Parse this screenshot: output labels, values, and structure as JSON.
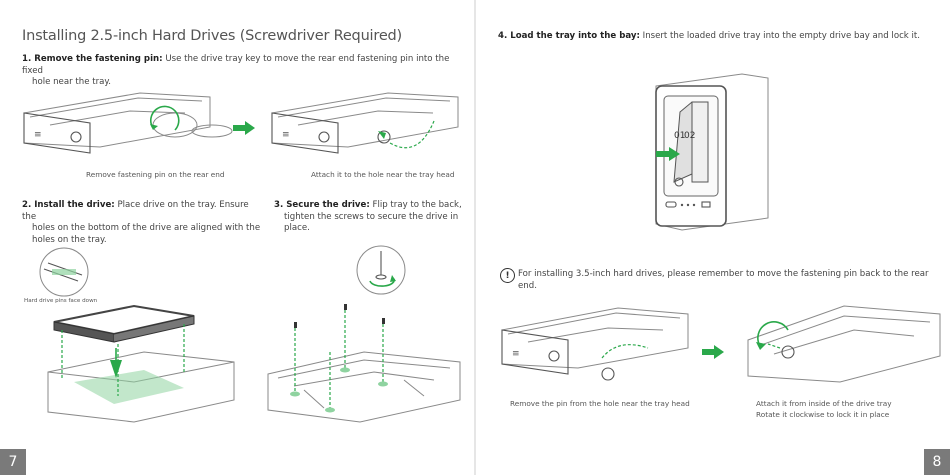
{
  "left_page": {
    "title": "Installing 2.5-inch Hard Drives (Screwdriver Required)",
    "step1": {
      "label": "1. Remove the fastening pin:",
      "text1": "Use the drive tray key to move the rear end fastening pin into the fixed",
      "text2": "hole near the tray."
    },
    "step1_caption_a": "Remove fastening pin on the rear end",
    "step1_caption_b": "Attach it to the hole near the tray head",
    "step2": {
      "label": "2. Install the drive:",
      "text1": "Place drive on the tray. Ensure the",
      "text2": "holes on the bottom of the drive are aligned with the",
      "text3": "holes on the tray."
    },
    "step2_callout": "Hard drive pins face down",
    "step3": {
      "label": "3. Secure the drive:",
      "text1": "Flip tray to the back,",
      "text2": "tighten the screws to secure the drive in",
      "text3": "place."
    },
    "page_number": "7"
  },
  "right_page": {
    "step4": {
      "label": "4. Load the tray into the bay:",
      "text": "Insert the loaded drive tray into the empty drive bay and lock it."
    },
    "bay_labels": {
      "bay1": "01",
      "bay2": "02"
    },
    "note": "For installing 3.5-inch hard drives, please remember to move the fastening  pin back to the rear end.",
    "caption_a": "Remove the pin from the hole near the tray head",
    "caption_b1": "Attach it from inside of the drive tray",
    "caption_b2": "Rotate it clockwise to lock it in place",
    "page_number": "8"
  },
  "colors": {
    "accent": "#2aa84a",
    "page_number_bg": "#7a7a7a"
  },
  "icons": [
    "arrow-right-icon",
    "rotate-arrow-icon",
    "screwdriver-icon",
    "warning-icon"
  ]
}
